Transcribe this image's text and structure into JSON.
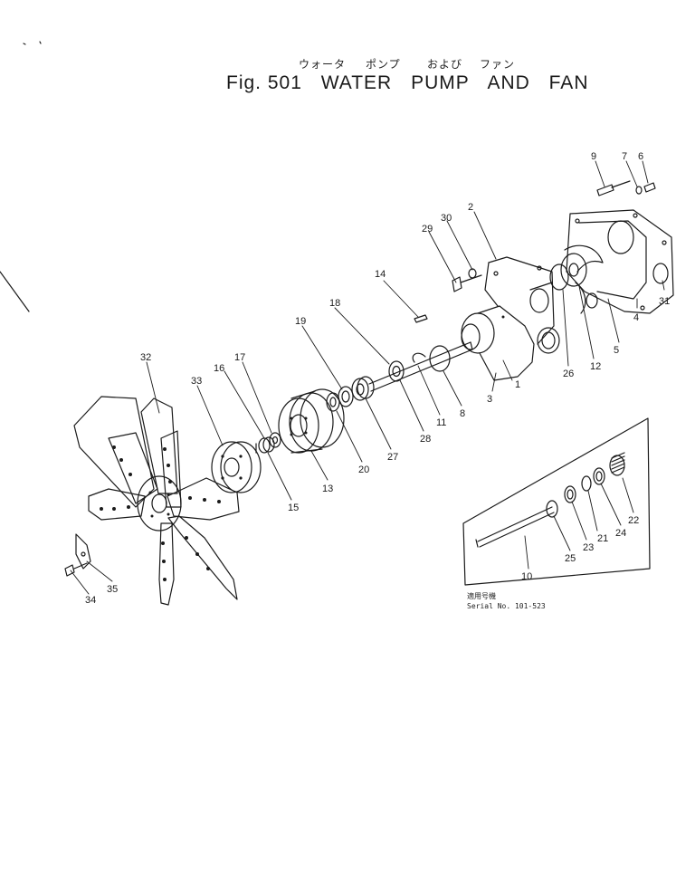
{
  "title": {
    "jp_water": "ウォータ",
    "jp_pump": "ポンプ",
    "jp_and": "および",
    "jp_fan": "ファン",
    "fig": "Fig. 501",
    "water": "WATER",
    "pump": "PUMP",
    "and": "AND",
    "fan": "FAN"
  },
  "callouts": [
    "1",
    "2",
    "3",
    "4",
    "5",
    "6",
    "7",
    "8",
    "9",
    "10",
    "11",
    "12",
    "13",
    "14",
    "15",
    "16",
    "17",
    "18",
    "19",
    "20",
    "21",
    "22",
    "23",
    "24",
    "25",
    "26",
    "27",
    "28",
    "29",
    "30",
    "31",
    "32",
    "33",
    "34",
    "35"
  ],
  "inset": {
    "serial_label_jp": "適用号機",
    "serial_label": "Serial No. 101-523"
  }
}
